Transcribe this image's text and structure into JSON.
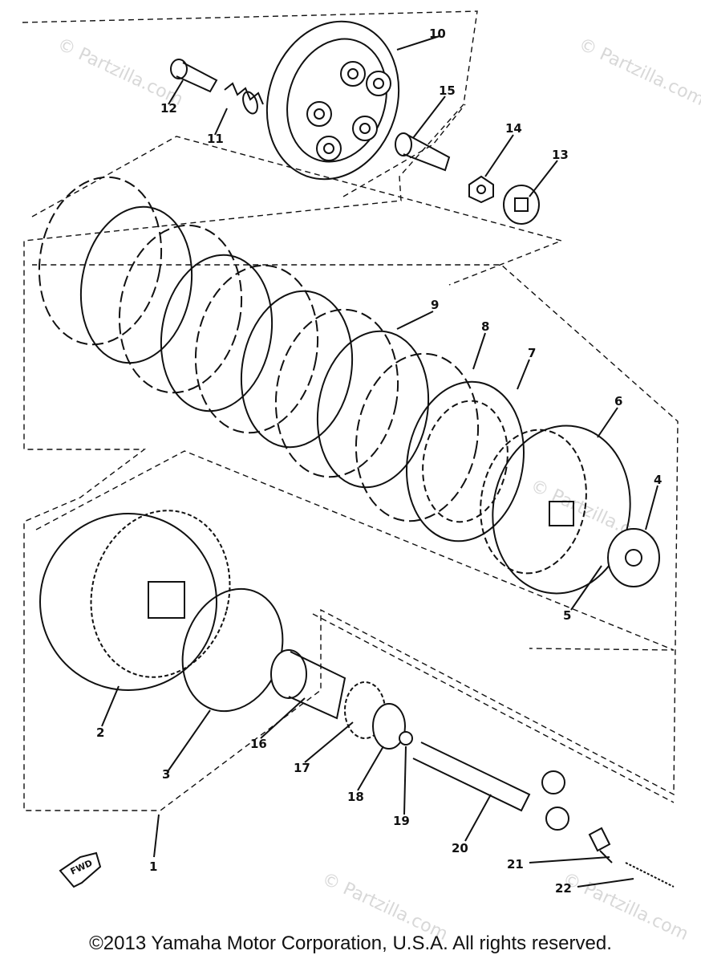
{
  "diagram": {
    "labels": [
      "1",
      "2",
      "3",
      "4",
      "5",
      "6",
      "7",
      "8",
      "9",
      "10",
      "11",
      "12",
      "13",
      "14",
      "15",
      "16",
      "17",
      "18",
      "19",
      "20",
      "21",
      "22"
    ],
    "fwd_label": "FWD",
    "watermark_text": "© Partzilla.com",
    "copyright": "©2013 Yamaha Motor Corporation, U.S.A. All rights reserved."
  }
}
